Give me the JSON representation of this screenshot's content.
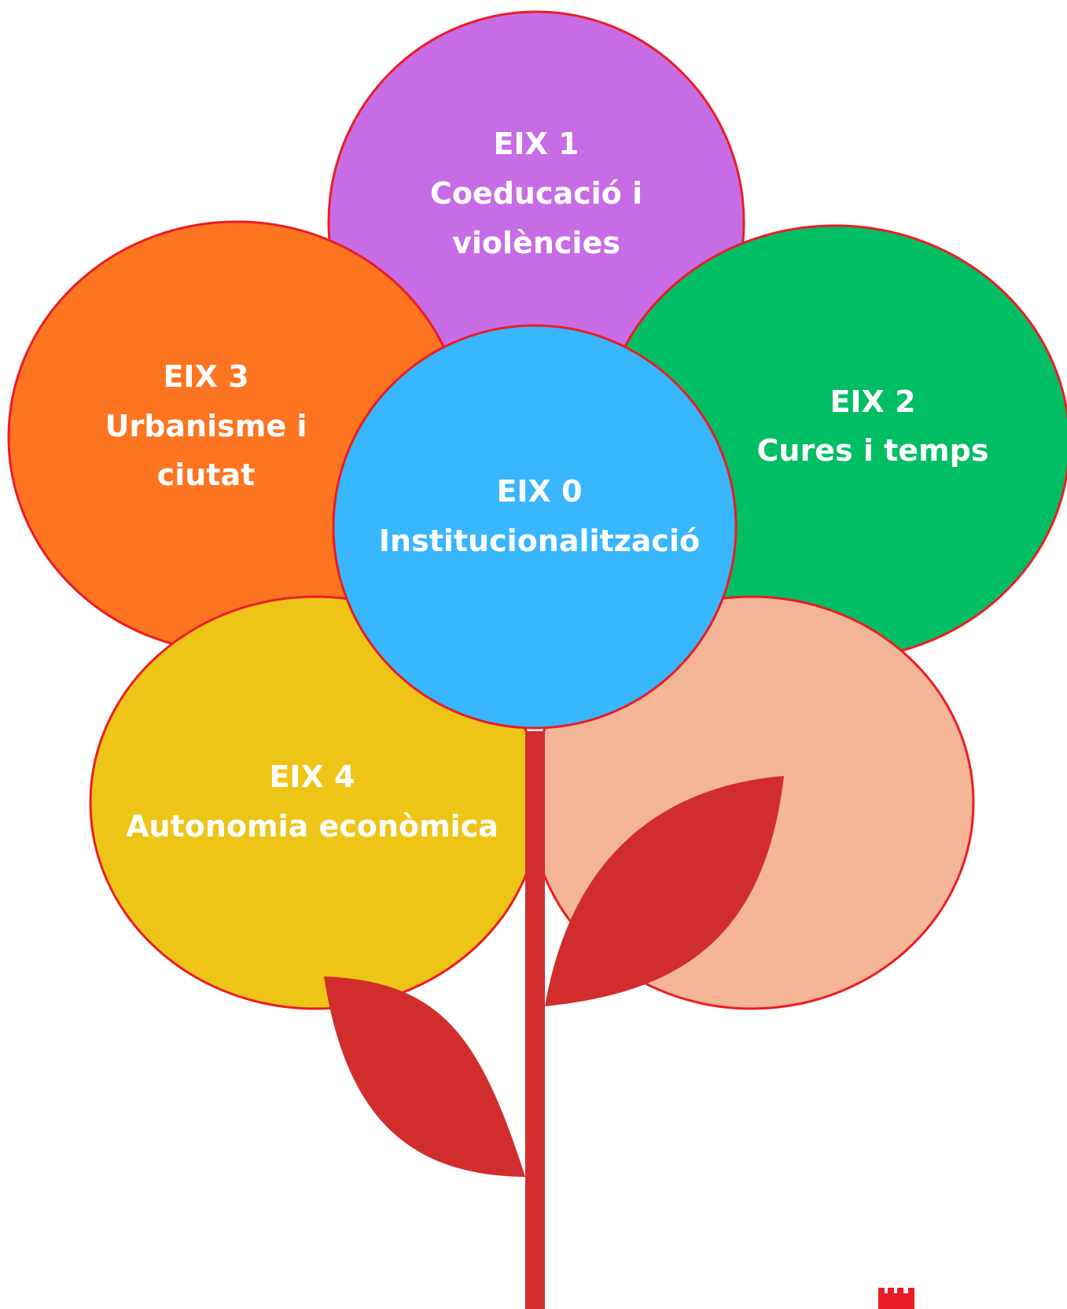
{
  "diagram": {
    "axes": [
      {
        "id": "eix-1",
        "title": "EIX 1",
        "lines": [
          "Coeducació i",
          "violències"
        ],
        "color": "#c86ce6"
      },
      {
        "id": "eix-2",
        "title": "EIX 2",
        "lines": [
          "Cures i temps"
        ],
        "color": "#00be64"
      },
      {
        "id": "eix-3",
        "title": "EIX 3",
        "lines": [
          "Urbanisme i",
          "ciutat"
        ],
        "color": "#fd7421"
      },
      {
        "id": "eix-5",
        "title": "",
        "lines": [],
        "color": "#f5b597"
      },
      {
        "id": "eix-4",
        "title": "EIX 4",
        "lines": [
          "Autonomia econòmica"
        ],
        "color": "#eec516"
      },
      {
        "id": "eix-0",
        "title": "EIX 0",
        "lines": [
          "Institucionalització"
        ],
        "color": "#38b6fe"
      }
    ],
    "petal_outline_color": "#ec1c24",
    "stem_color": "#d22d2d"
  }
}
